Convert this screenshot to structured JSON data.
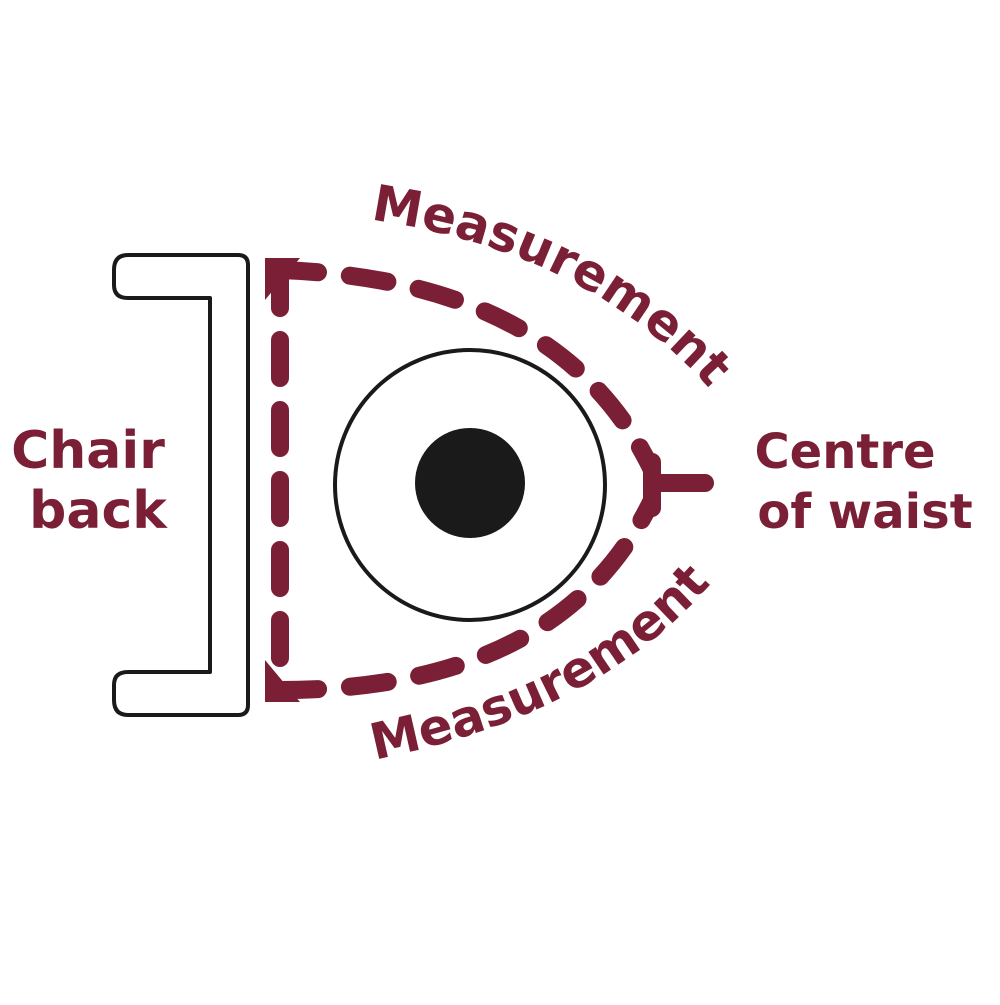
{
  "diagram": {
    "labels": {
      "chair_back_line1": "Chair",
      "chair_back_line2": "back",
      "centre_line1": "Centre",
      "centre_line2": "of waist",
      "measurement_top": "Measurement",
      "measurement_bottom": "Measurement"
    },
    "colors": {
      "accent": "#7a1f35",
      "outline": "#1a1a1a",
      "background": "#ffffff"
    }
  }
}
